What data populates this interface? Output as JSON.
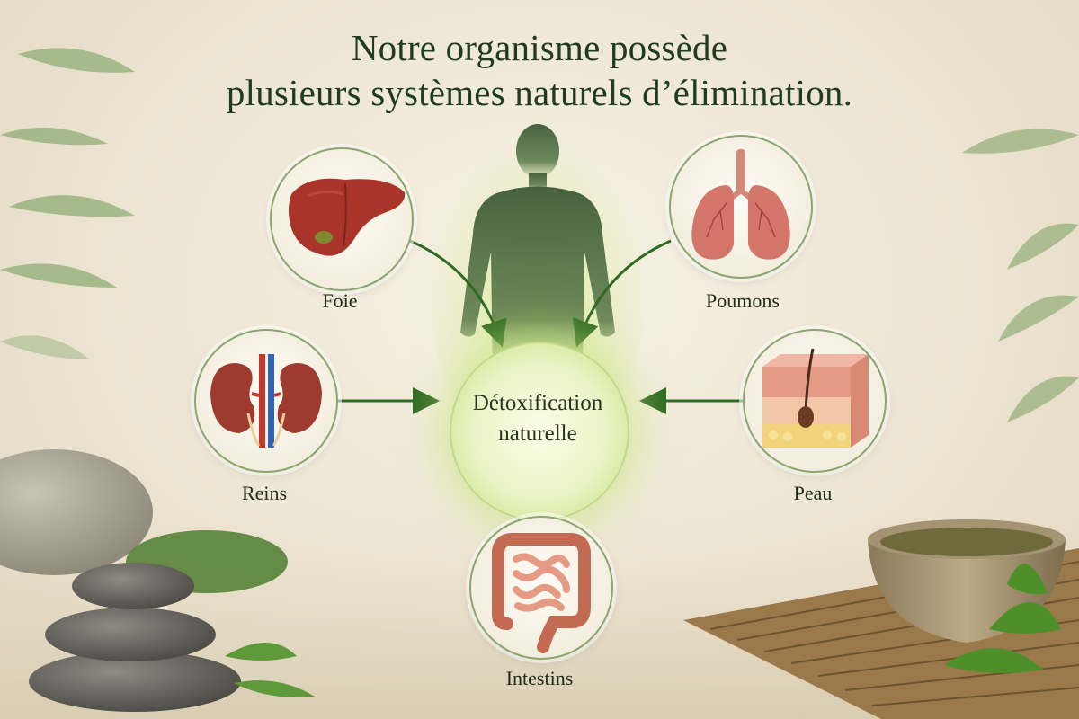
{
  "title": {
    "line1": "Notre organisme possède",
    "line2": "plusieurs systèmes naturels d’élimination."
  },
  "center": {
    "line1": "Détoxification",
    "line2": "naturelle"
  },
  "organs": [
    {
      "id": "foie",
      "label": "Foie"
    },
    {
      "id": "poumons",
      "label": "Poumons"
    },
    {
      "id": "reins",
      "label": "Reins"
    },
    {
      "id": "peau",
      "label": "Peau"
    },
    {
      "id": "intestins",
      "label": "Intestins"
    }
  ],
  "colors": {
    "title": "#1f3d1c",
    "arrow": "#2f6a22",
    "ring": "#8aa76d",
    "silhouette": "#3f5a38"
  },
  "icons": [
    "liver-icon",
    "lungs-icon",
    "kidneys-icon",
    "skin-icon",
    "intestines-icon",
    "human-silhouette-icon",
    "arrow-icon"
  ]
}
